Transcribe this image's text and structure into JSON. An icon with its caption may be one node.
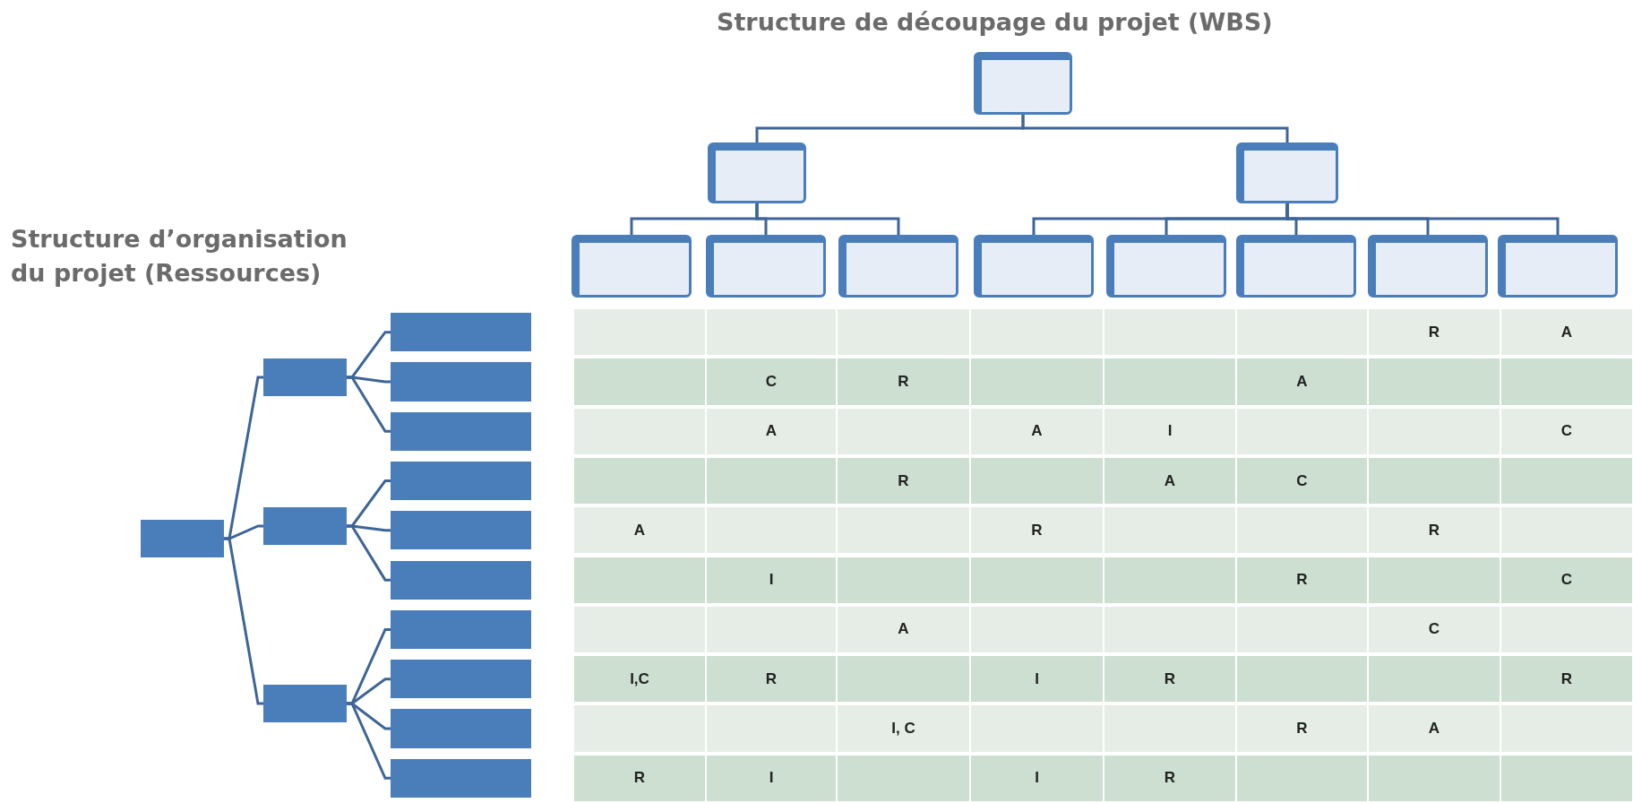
{
  "diagram": {
    "nodes": [
      {
        "text": [],
        "shape": "box"
      },
      {
        "text": [],
        "shape": "box"
      },
      {
        "text": [],
        "shape": "box"
      },
      {
        "text": [],
        "shape": "box"
      },
      {
        "text": [],
        "shape": "box"
      },
      {
        "text": [],
        "shape": "box"
      },
      {
        "text": [],
        "shape": "box"
      },
      {
        "text": [],
        "shape": "box"
      },
      {
        "text": [],
        "shape": "box"
      },
      {
        "text": [],
        "shape": "box"
      },
      {
        "text": [],
        "shape": "box"
      },
      {
        "text": [],
        "shape": "box"
      },
      {
        "text": [],
        "shape": "box"
      },
      {
        "text": [],
        "shape": "box"
      },
      {
        "text": [],
        "shape": "box"
      },
      {
        "text": [],
        "shape": "box"
      },
      {
        "text": [],
        "shape": "box"
      },
      {
        "text": [],
        "shape": "box"
      },
      {
        "text": [],
        "shape": "box"
      },
      {
        "text": [],
        "shape": "box"
      },
      {
        "text": [],
        "shape": "box"
      },
      {
        "text": [],
        "shape": "box"
      },
      {
        "text": [],
        "shape": "box"
      },
      {
        "text": [],
        "shape": "box"
      },
      {
        "text": [],
        "shape": "box"
      }
    ],
    "edges": [
      {
        "from": 0,
        "to": 1,
        "arrow": "none"
      },
      {
        "from": 0,
        "to": 2,
        "arrow": "none"
      },
      {
        "from": 1,
        "to": 3,
        "arrow": "none"
      },
      {
        "from": 1,
        "to": 4,
        "arrow": "none"
      },
      {
        "from": 1,
        "to": 5,
        "arrow": "none"
      },
      {
        "from": 2,
        "to": 6,
        "arrow": "none"
      },
      {
        "from": 2,
        "to": 7,
        "arrow": "none"
      },
      {
        "from": 2,
        "to": 8,
        "arrow": "none"
      },
      {
        "from": 2,
        "to": 9,
        "arrow": "none"
      },
      {
        "from": 2,
        "to": 10,
        "arrow": "none"
      },
      {
        "from": 11,
        "to": 12,
        "arrow": "none"
      },
      {
        "from": 11,
        "to": 13,
        "arrow": "none"
      },
      {
        "from": 11,
        "to": 14,
        "arrow": "none"
      },
      {
        "from": 12,
        "to": 15,
        "arrow": "none"
      },
      {
        "from": 12,
        "to": 16,
        "arrow": "none"
      },
      {
        "from": 12,
        "to": 17,
        "arrow": "none"
      },
      {
        "from": 13,
        "to": 18,
        "arrow": "none"
      },
      {
        "from": 13,
        "to": 19,
        "arrow": "none"
      },
      {
        "from": 13,
        "to": 20,
        "arrow": "none"
      },
      {
        "from": 14,
        "to": 21,
        "arrow": "none"
      },
      {
        "from": 14,
        "to": 22,
        "arrow": "none"
      },
      {
        "from": 14,
        "to": 23,
        "arrow": "none"
      },
      {
        "from": 14,
        "to": 24,
        "arrow": "none"
      }
    ],
    "labels": [
      "Structure de découpage du projet (WBS)",
      "Structure d’organisation du projet (Ressources)",
      "R",
      "A",
      "C",
      "R",
      "A",
      "A",
      "A",
      "I",
      "C",
      "R",
      "A",
      "C",
      "A",
      "R",
      "R",
      "I",
      "R",
      "C",
      "A",
      "C",
      "I,C",
      "R",
      "I",
      "R",
      "R",
      "I, C",
      "R",
      "A",
      "R",
      "I",
      "I",
      "R"
    ]
  }
}
